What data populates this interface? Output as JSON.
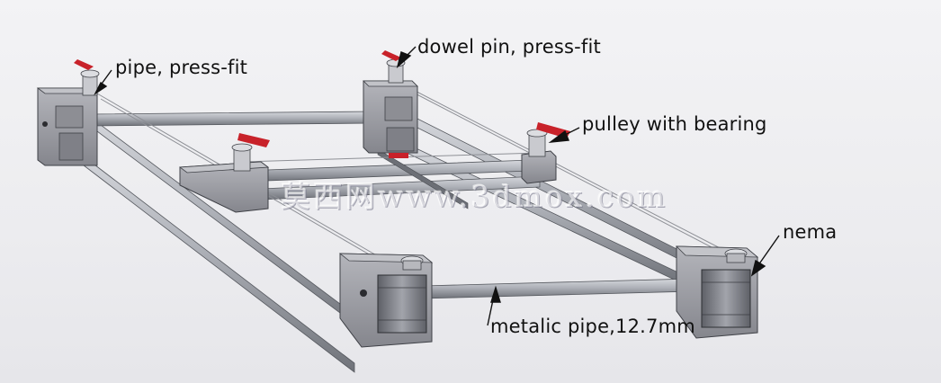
{
  "callouts": {
    "pipe_press_fit": "pipe, press-fit",
    "dowel_pin": "dowel pin, press-fit",
    "pulley_bearing": "pulley with bearing",
    "nema": "nema",
    "metalic_pipe": "metalic pipe,12.7mm"
  },
  "watermark": "莫西网www.3dmox.com",
  "colors": {
    "rod": "#a9acb3",
    "block": "#9a9aa0",
    "motor": "#7d7f86",
    "accent_red": "#c8222a",
    "background": "#eeeef1"
  }
}
